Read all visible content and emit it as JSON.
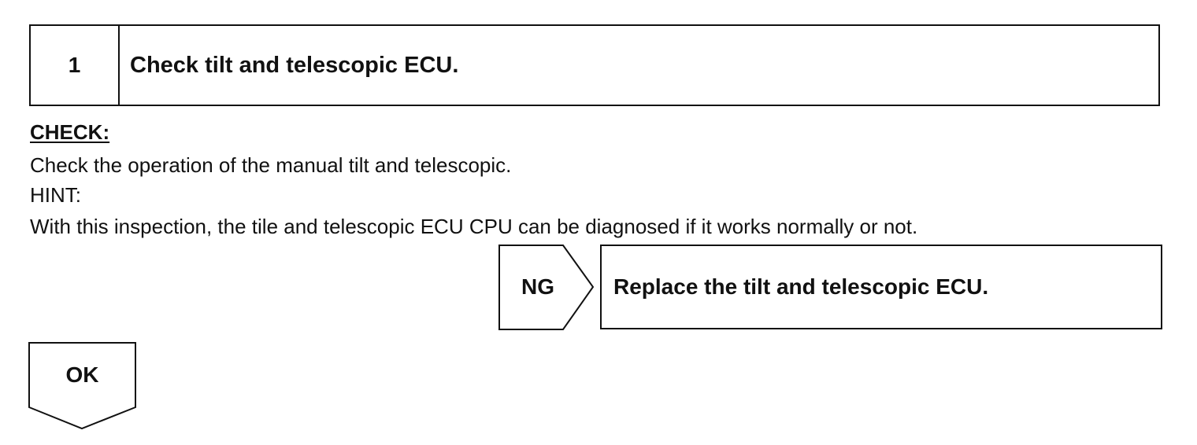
{
  "step": {
    "number": "1",
    "title": "Check tilt and telescopic ECU."
  },
  "check": {
    "label": "CHECK:",
    "instruction": "Check the operation of the manual tilt and telescopic.",
    "hint_label": "HINT:",
    "hint_text": "With this inspection, the tile and telescopic ECU CPU can be diagnosed if it works normally or not."
  },
  "ng": {
    "label": "NG",
    "action": "Replace the tilt and telescopic ECU."
  },
  "ok": {
    "label": "OK"
  }
}
